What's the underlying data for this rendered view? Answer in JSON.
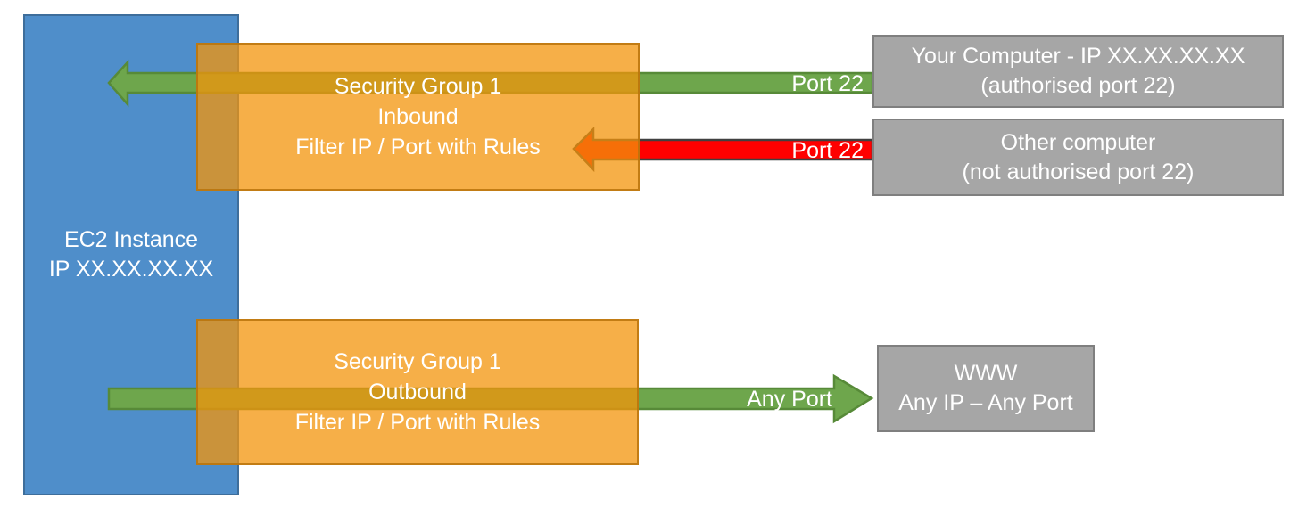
{
  "diagram": {
    "type": "aws-ec2-security-group-flow",
    "colors": {
      "ec2_blue": "#4F8ECA",
      "security_group_orange": "#F3940B",
      "allowed_green": "#6EA64C",
      "blocked_red": "#FF0000",
      "external_node_gray": "#A6A6A6"
    },
    "nodes": {
      "ec2": {
        "lines": [
          "EC2 Instance",
          "IP XX.XX.XX.XX"
        ]
      },
      "sg_inbound": {
        "lines": [
          "Security Group 1",
          "Inbound",
          "Filter IP / Port with Rules"
        ]
      },
      "sg_outbound": {
        "lines": [
          "Security Group 1",
          "Outbound",
          "Filter IP / Port with Rules"
        ]
      },
      "your_computer": {
        "lines": [
          "Your Computer - IP XX.XX.XX.XX",
          "(authorised port 22)"
        ]
      },
      "other_computer": {
        "lines": [
          "Other computer",
          "(not authorised port 22)"
        ]
      },
      "www": {
        "lines": [
          "WWW",
          "Any IP – Any Port"
        ]
      }
    },
    "arrows": [
      {
        "name": "inbound-allowed",
        "label": "Port 22",
        "color": "green",
        "direction": "left",
        "status": "allowed"
      },
      {
        "name": "inbound-blocked",
        "label": "Port 22",
        "color": "red",
        "direction": "left",
        "status": "blocked"
      },
      {
        "name": "outbound-allowed",
        "label": "Any Port",
        "color": "green",
        "direction": "right",
        "status": "allowed"
      }
    ]
  }
}
